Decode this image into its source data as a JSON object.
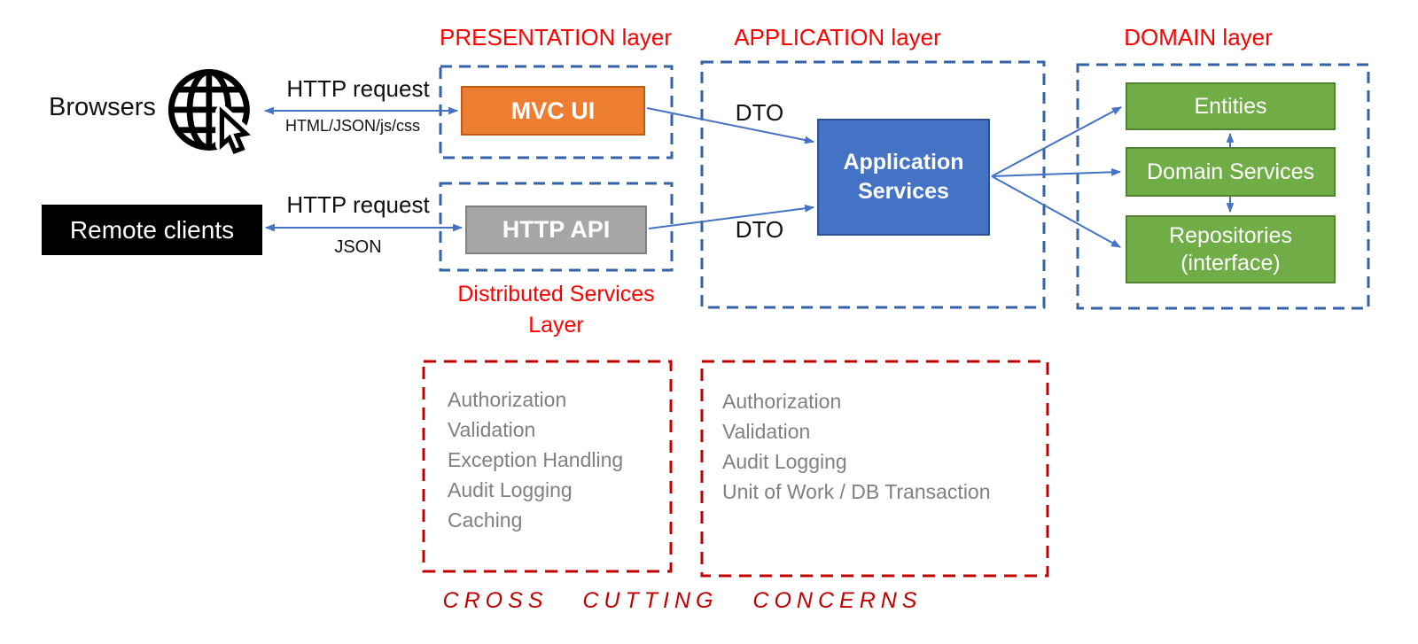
{
  "headings": {
    "presentation": "PRESENTATION layer",
    "application": "APPLICATION layer",
    "domain": "DOMAIN layer",
    "distributed_line1": "Distributed Services",
    "distributed_line2": "Layer",
    "cross_cutting": "CROSS CUTTING CONCERNS"
  },
  "clients": {
    "browsers": "Browsers",
    "remote_clients": "Remote clients"
  },
  "flows": {
    "browser_request": "HTTP request",
    "browser_response": "HTML/JSON/js/css",
    "remote_request": "HTTP request",
    "remote_response": "JSON",
    "dto_top": "DTO",
    "dto_bottom": "DTO"
  },
  "components": {
    "mvc_ui": "MVC UI",
    "http_api": "HTTP API",
    "application_services_line1": "Application",
    "application_services_line2": "Services",
    "entities": "Entities",
    "domain_services": "Domain Services",
    "repositories_line1": "Repositories",
    "repositories_line2": "(interface)"
  },
  "cross_cutting_concerns": {
    "presentation_items": [
      "Authorization",
      "Validation",
      "Exception Handling",
      "Audit Logging",
      "Caching"
    ],
    "application_items": [
      "Authorization",
      "Validation",
      "Audit Logging",
      "Unit of Work / DB Transaction"
    ]
  },
  "colors": {
    "heading_red": "#FF0000",
    "dashed_red": "#C00000",
    "dashed_blue": "#3562A8",
    "arrow_blue": "#4472C4",
    "mvc_orange": "#ED7D31",
    "api_gray": "#A6A6A6",
    "app_services_blue": "#4472C4",
    "domain_green": "#70AD47",
    "list_gray": "#808080"
  }
}
